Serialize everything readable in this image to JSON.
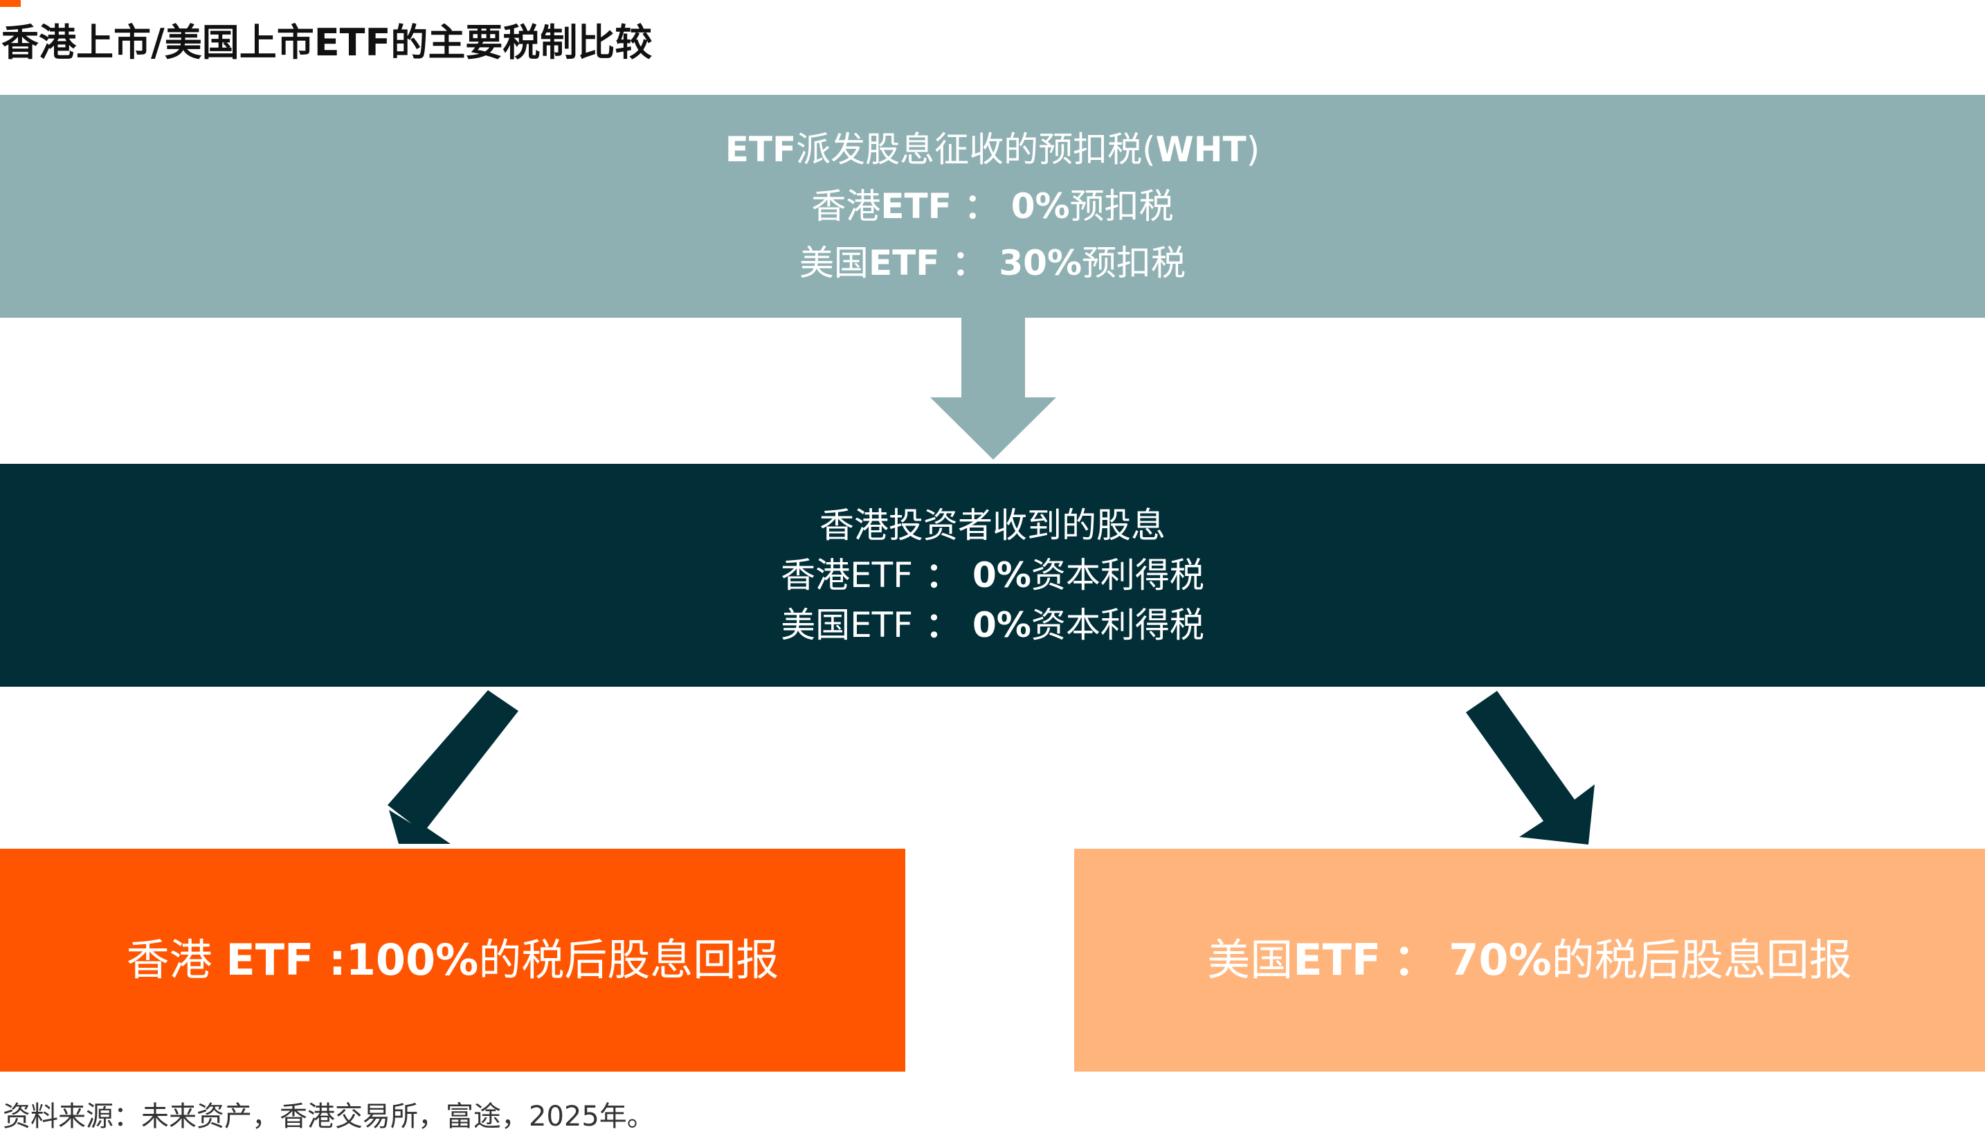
{
  "title": "香港上市/美国上市ETF的主要税制比较",
  "colors": {
    "accent": "#ff5a00",
    "wht_box": "#8fb0b2",
    "investor_box": "#012e37",
    "hk_result_box": "#ff5500",
    "us_result_box": "#ffb47c"
  },
  "wht_box": {
    "heading_bold": "ETF",
    "heading_rest": "派发股息征收的预扣税(",
    "heading_bold2": "WHT",
    "heading_close": ")",
    "hk_label_prefix": "香港",
    "hk_label_bold": "ETF",
    "hk_colon": "：",
    "hk_value": "0%",
    "hk_suffix": "预扣税",
    "us_label_prefix": "美国",
    "us_label_bold": "ETF",
    "us_colon": "：",
    "us_value": "30%",
    "us_suffix": "预扣税"
  },
  "investor_box": {
    "heading": "香港投资者收到的股息",
    "hk_label": "香港ETF",
    "hk_colon": "：",
    "hk_value": "0%",
    "hk_suffix": "资本利得税",
    "us_label": "美国ETF",
    "us_colon": "：",
    "us_value": "0%",
    "us_suffix": "资本利得税"
  },
  "hk_result": {
    "label_prefix": "香港 ",
    "label_bold": "ETF :100%",
    "suffix": "的税后股息回报"
  },
  "us_result": {
    "label_prefix": "美国",
    "label_bold": "ETF",
    "colon": "：",
    "value": "70%",
    "suffix": "的税后股息回报"
  },
  "source": "资料来源：未来资产，香港交易所，富途，2025年。"
}
